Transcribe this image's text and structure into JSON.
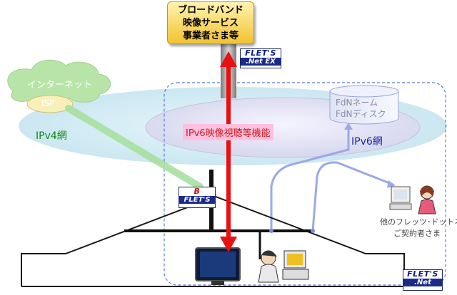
{
  "provider": {
    "lines": [
      "ブロードバンド",
      "映像サービス",
      "事業者さま等"
    ]
  },
  "logos": {
    "netex": {
      "top": "FLET'S",
      "bottom": ".Net EX"
    },
    "bflets": {
      "top": "B",
      "bottom": "FLET'S"
    },
    "net": {
      "top": "FLET'S",
      "bottom": ".Net"
    }
  },
  "labels": {
    "internet": "インターネット",
    "isp": "ISP",
    "ipv4": "IPv4網",
    "ipv6": "IPv6網",
    "function": "IPv6映像視聴等機能",
    "fdn_line1": "FdNネーム",
    "fdn_line2": "FdNディスク",
    "other_line1": "他のフレッツ･ドットネット",
    "other_line2": "ご契約者さま"
  },
  "colors": {
    "video_link": "#e81010",
    "ipv4_link": "#a8e0a0",
    "lan_link": "#9ca8e8",
    "provider_fill": "#f2c230",
    "ipv6_text": "#1a2aa0",
    "ipv4_text": "#138a13"
  }
}
